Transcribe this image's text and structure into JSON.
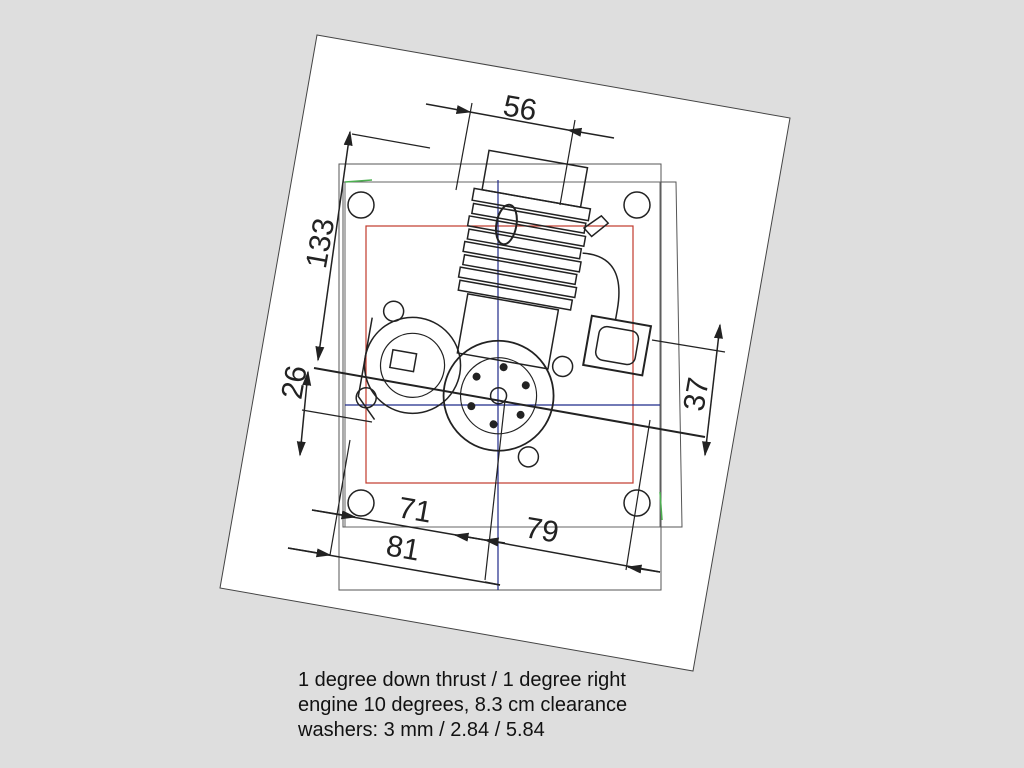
{
  "dimensions": {
    "top_width": "56",
    "height": "133",
    "mid_left": "26",
    "mid_right": "37",
    "bottom_inner_left": "71",
    "bottom_outer_left": "81",
    "bottom_right": "79"
  },
  "caption": {
    "line1": "1 degree down thrust / 1 degree right",
    "line2": "engine 10 degrees, 8.3 cm clearance",
    "line3": "washers: 3 mm / 2.84 / 5.84"
  },
  "colors": {
    "background": "#dedede",
    "paper": "#ffffff",
    "line": "#222222",
    "red_frame": "#c0392b",
    "blue_axis": "#1f2a8a",
    "green_marks": "#4caf50"
  }
}
